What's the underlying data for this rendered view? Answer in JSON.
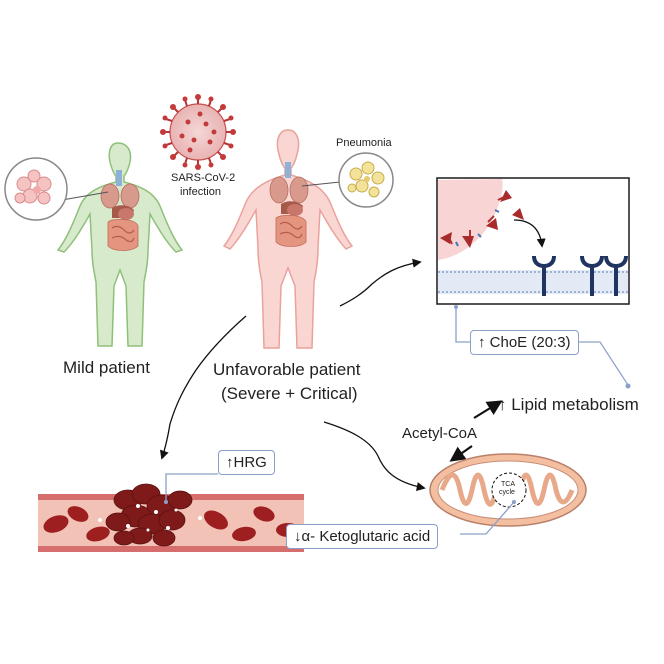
{
  "labels": {
    "infection_line1": "SARS-CoV-2",
    "infection_line2": "infection",
    "pneumonia": "Pneumonia",
    "mild_patient": "Mild patient",
    "unfavorable_line1": "Unfavorable patient",
    "unfavorable_line2": "(Severe + Critical)",
    "acetyl_coa": "Acetyl-CoA",
    "lipid_metabolism": "↑ Lipid metabolism",
    "tca_line1": "TCA",
    "tca_line2": "cycle"
  },
  "boxes": {
    "choe": "↑ ChoE (20:3)",
    "hrg": "↑HRG",
    "ketoglutaric": "↓α- Ketoglutaric acid"
  },
  "colors": {
    "mild_body": "#cfe6c4",
    "mild_outline": "#8fc07a",
    "severe_body": "#f9d3d0",
    "severe_outline": "#e89c96",
    "virus": "#c84040",
    "blood_vessel": "#f0b7ab",
    "red_cell": "#9e1f20",
    "mitochondrion": "#f3bfa0",
    "box_border": "#8aa0c8",
    "receptor": "#1f3460",
    "membrane": "#dfe7f5"
  },
  "icons": [
    "mild-patient-body-icon",
    "unfavorable-patient-body-icon",
    "sars-cov-2-virus-icon",
    "lung-tissue-icon",
    "pneumonia-lung-icon",
    "cell-membrane-receptor-icon",
    "blood-clot-icon",
    "mitochondrion-icon"
  ]
}
